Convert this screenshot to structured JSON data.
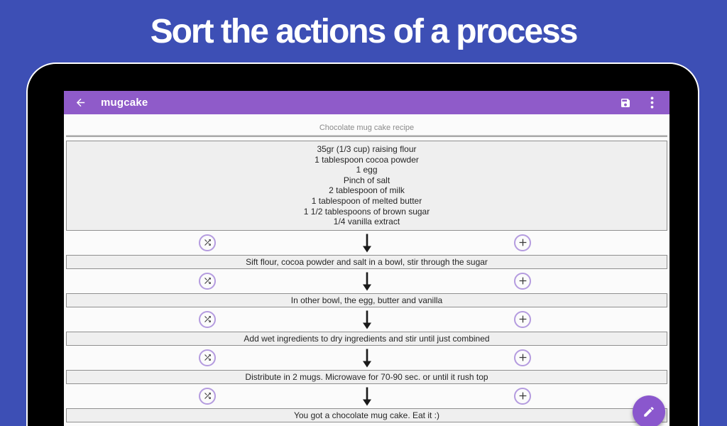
{
  "banner": {
    "title": "Sort the actions of a process"
  },
  "app": {
    "toolbar": {
      "title": "mugcake",
      "icons": {
        "back": "back-arrow",
        "save": "floppy-disk",
        "overflow": "vertical-dots-menu"
      }
    },
    "recipe": {
      "title": "Chocolate mug cake recipe",
      "ingredients": [
        "35gr (1/3 cup) raising flour",
        "1 tablespoon cocoa powder",
        "1 egg",
        "Pinch of salt",
        "2 tablespoon of milk",
        "1 tablespoon of melted butter",
        "1 1/2 tablespoons of brown sugar",
        "1/4 vanilla extract"
      ],
      "steps": [
        "Sift flour, cocoa powder and salt in a bowl, stir through the sugar",
        "In other bowl, the egg, butter and vanilla",
        "Add wet ingredients to dry ingredients and stir until just combined",
        "Distribute in 2 mugs. Microwave for 70-90 sec. or until it rush top",
        "You got a chocolate mug cake. Eat it :)"
      ],
      "connector_icons": {
        "left": "shuffle",
        "center": "down-arrow",
        "right": "plus"
      }
    },
    "fab_icon": "pencil-edit"
  },
  "colors": {
    "background": "#3D4FB5",
    "toolbar": "#8F5BC9",
    "fab": "#8A57CD",
    "icon_ring": "#B49BDF",
    "box_bg": "#EFEFEF",
    "box_border": "#8F8F8F",
    "recipe_title_text": "#8A8A8A"
  }
}
